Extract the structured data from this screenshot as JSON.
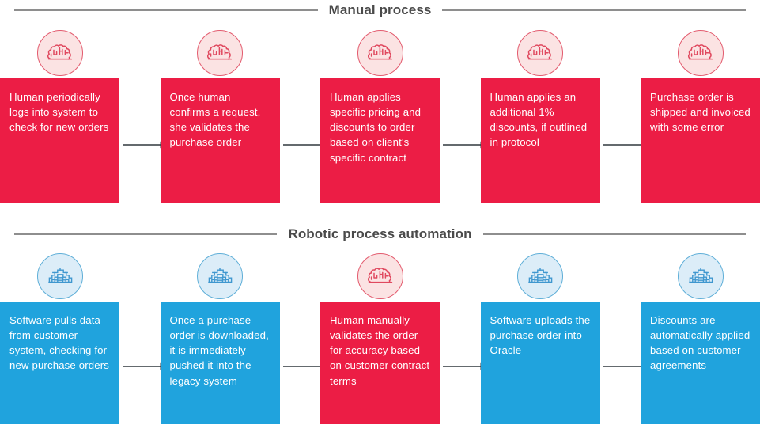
{
  "sections": [
    {
      "id": "manual",
      "title": "Manual process",
      "accent": "#ec1d45",
      "badge_fill": "#fbe3e3",
      "badge_stroke": "#e35b6e",
      "steps": [
        {
          "icon": "brain-icon",
          "icon_theme": "red",
          "card_theme": "red",
          "text": "Human periodically logs into system to check for new orders"
        },
        {
          "icon": "brain-icon",
          "icon_theme": "red",
          "card_theme": "red",
          "text": "Once human confirms a request, she validates the purchase order"
        },
        {
          "icon": "brain-icon",
          "icon_theme": "red",
          "card_theme": "red",
          "text": "Human applies specific pricing and discounts to order based on client's specific contract"
        },
        {
          "icon": "brain-icon",
          "icon_theme": "red",
          "card_theme": "red",
          "text": "Human applies an additional 1% discounts, if outlined in protocol"
        },
        {
          "icon": "brain-icon",
          "icon_theme": "red",
          "card_theme": "red",
          "text": "Purchase order is shipped and invoiced with some error"
        }
      ]
    },
    {
      "id": "rpa",
      "title": "Robotic process automation",
      "accent": "#20a3dd",
      "badge_fill": "#dcedf8",
      "badge_stroke": "#5fafd8",
      "steps": [
        {
          "icon": "circuit-brain-icon",
          "icon_theme": "blue",
          "card_theme": "blue",
          "text": "Software pulls data from customer system, checking for new purchase orders"
        },
        {
          "icon": "circuit-brain-icon",
          "icon_theme": "blue",
          "card_theme": "blue",
          "text": "Once a purchase order is downloaded, it is immediately pushed it into the legacy system"
        },
        {
          "icon": "brain-icon",
          "icon_theme": "red",
          "card_theme": "red",
          "text": "Human manually validates the order for accuracy based on customer contract terms"
        },
        {
          "icon": "circuit-brain-icon",
          "icon_theme": "blue",
          "card_theme": "blue",
          "text": "Software uploads the purchase order into Oracle"
        },
        {
          "icon": "circuit-brain-icon",
          "icon_theme": "blue",
          "card_theme": "blue",
          "text": "Discounts are automatically applied based on customer agreements"
        }
      ]
    }
  ],
  "connector": {
    "icon": "arrow-right-icon",
    "count_per_row": 4
  }
}
